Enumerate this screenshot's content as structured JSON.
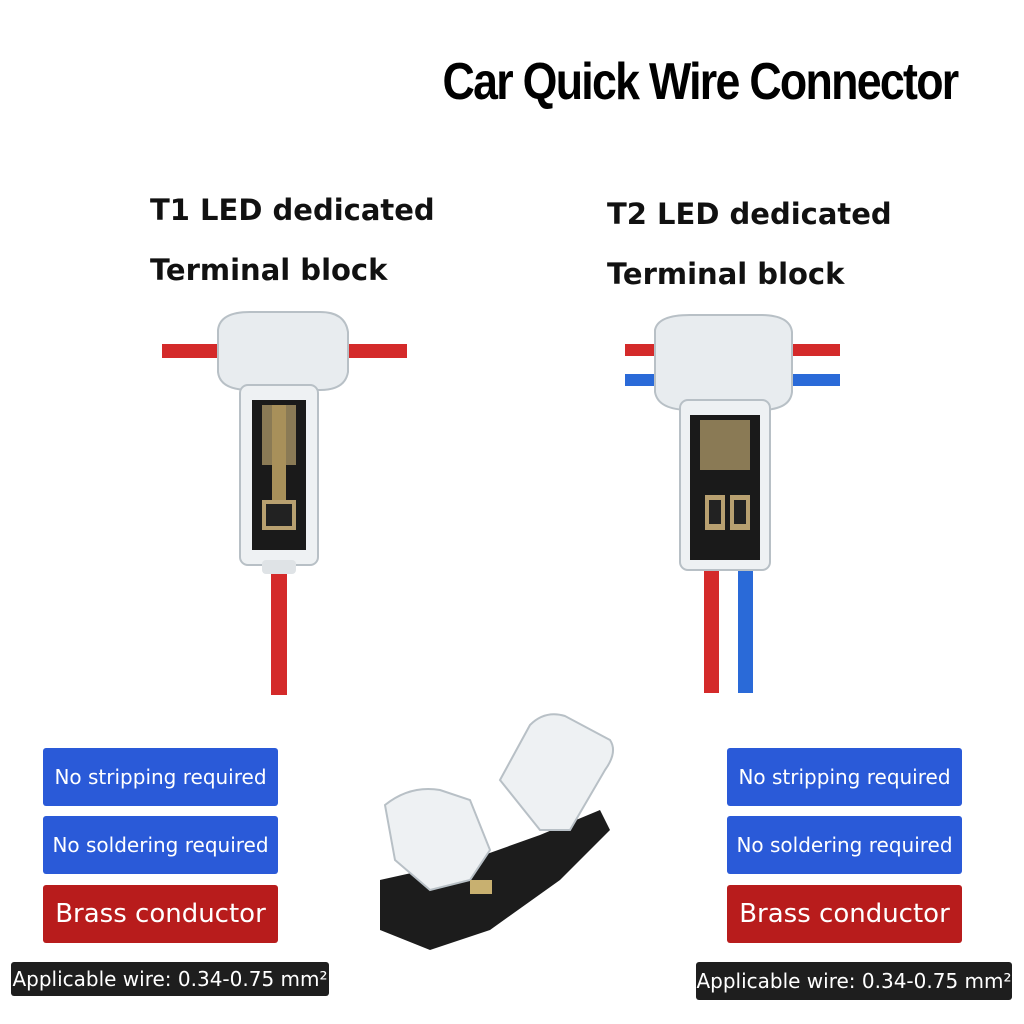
{
  "title": "Car Quick Wire Connector",
  "t1": {
    "line1": "T1 LED dedicated",
    "line2": "Terminal block"
  },
  "t2": {
    "line1": "T2 LED dedicated",
    "line2": "Terminal block"
  },
  "left_features": {
    "stripping": "No stripping required",
    "soldering": "No soldering required",
    "conductor": "Brass conductor",
    "wire": "Applicable wire: 0.34-0.75 mm²"
  },
  "right_features": {
    "stripping": "No stripping required",
    "soldering": "No soldering required",
    "conductor": "Brass conductor",
    "wire": "Applicable wire: 0.34-0.75 mm²"
  },
  "colors": {
    "blue_badge": "#2a5ad8",
    "red_badge": "#b81c1c",
    "wire_red": "#d42a2a",
    "wire_blue": "#2a6ad8"
  }
}
